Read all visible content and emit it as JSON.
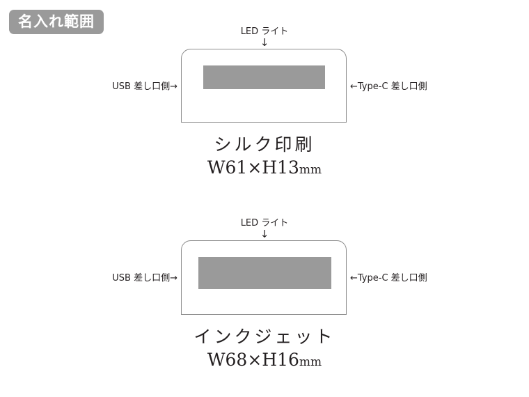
{
  "header": {
    "badge_label": "名入れ範囲"
  },
  "diagrams": [
    {
      "id": "silk-print",
      "led_label": "LED ライト",
      "led_arrow": "↓",
      "left_label": "USB 差し口側→",
      "right_label": "←Type-C 差し口側",
      "method": "シルク印刷",
      "size": "W61×H13",
      "size_unit": "mm",
      "print_area_color": "#9a9a9a",
      "outline_color": "#8c8c8c"
    },
    {
      "id": "inkjet",
      "led_label": "LED ライト",
      "led_arrow": "↓",
      "left_label": "USB 差し口側→",
      "right_label": "←Type-C 差し口側",
      "method": "インクジェット",
      "size": "W68×H16",
      "size_unit": "mm",
      "print_area_color": "#9a9a9a",
      "outline_color": "#8c8c8c"
    }
  ],
  "colors": {
    "badge_bg": "#9a9a9a",
    "badge_text": "#ffffff",
    "text": "#231f20",
    "background": "#ffffff"
  }
}
